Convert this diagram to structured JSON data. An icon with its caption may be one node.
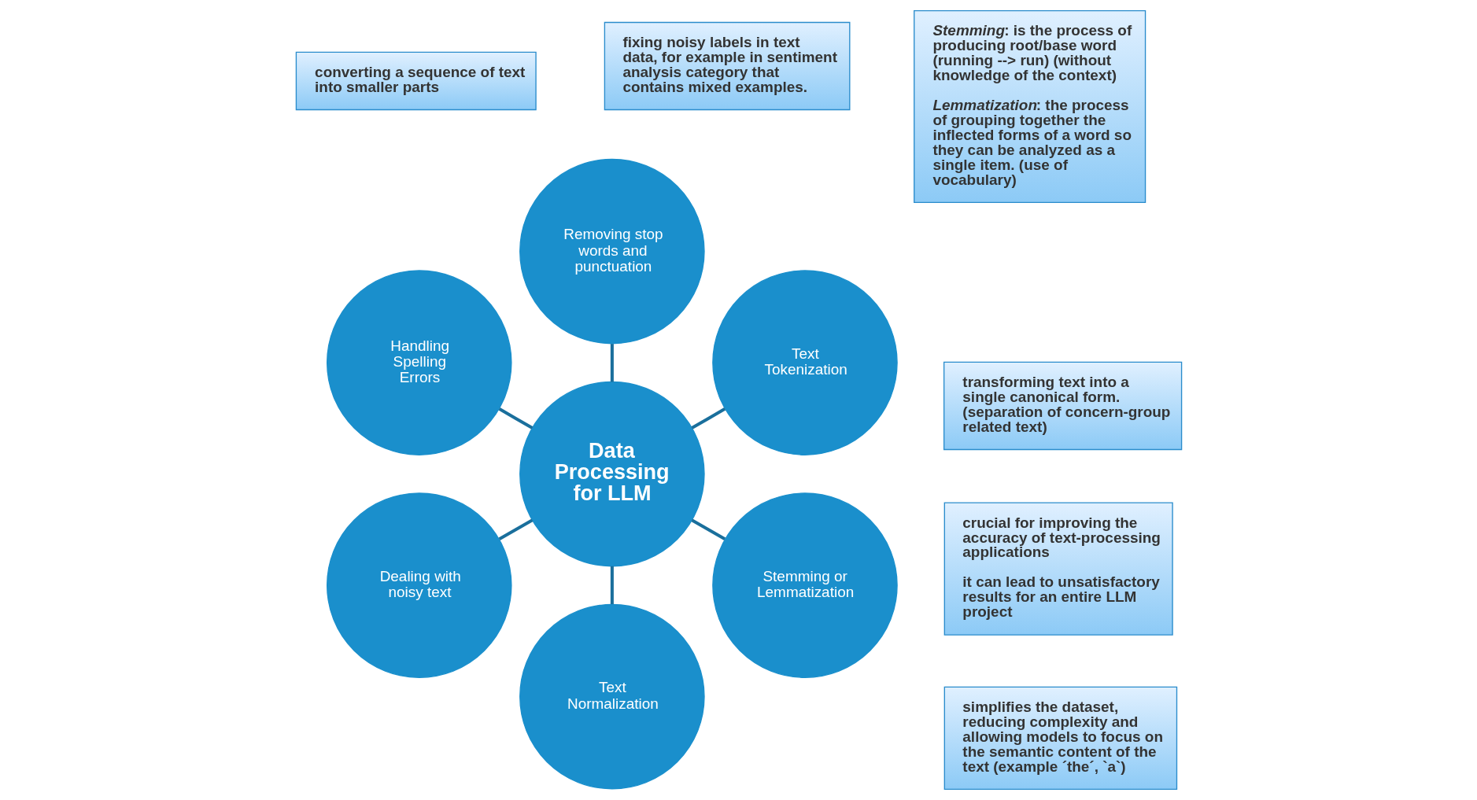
{
  "diagram": {
    "nodes": [
      {
        "text": [
          "Data Processing for LLM"
        ]
      },
      {
        "text": [
          "Text Tokenization"
        ]
      },
      {
        "text": [
          "Removing stop words and punctuation"
        ]
      },
      {
        "text": [
          "Handling Spelling Errors"
        ]
      },
      {
        "text": [
          "Dealing with noisy text"
        ]
      },
      {
        "text": [
          "Text Normalization"
        ]
      },
      {
        "text": [
          "Stemming or Lemmatization"
        ]
      },
      {
        "text": [
          "converting a sequence of text into smaller parts"
        ]
      },
      {
        "text": [
          "*Stemming*: is the process of producing root/base word (running --> run) (without knowledge of the context)",
          "*Lemmatization*: the process of grouping together the inflected forms of a word so they can be analyzed as a single item. (use of vocabulary)"
        ]
      },
      {
        "text": [
          "simplifies the dataset, reducing complexity and allowing models to focus on the semantic content of the text (example ´the´, `a`)"
        ]
      },
      {
        "text": [
          "crucial for improving the accuracy of text-processing applications",
          "it can lead to unsatisfactory results for an entire LLM project"
        ]
      },
      {
        "text": [
          "transforming text into a single canonical form. (separation of concern-group related text)"
        ]
      },
      {
        "text": [
          "fixing noisy labels in text data, for example in sentiment analysis category that contains mixed examples."
        ]
      }
    ],
    "edges": [
      {
        "from": 0,
        "to": 1,
        "arrow": "none"
      },
      {
        "from": 0,
        "to": 2,
        "arrow": "none"
      },
      {
        "from": 0,
        "to": 3,
        "arrow": "none"
      },
      {
        "from": 0,
        "to": 4,
        "arrow": "none"
      },
      {
        "from": 0,
        "to": 5,
        "arrow": "none"
      },
      {
        "from": 0,
        "to": 6,
        "arrow": "none"
      }
    ]
  }
}
